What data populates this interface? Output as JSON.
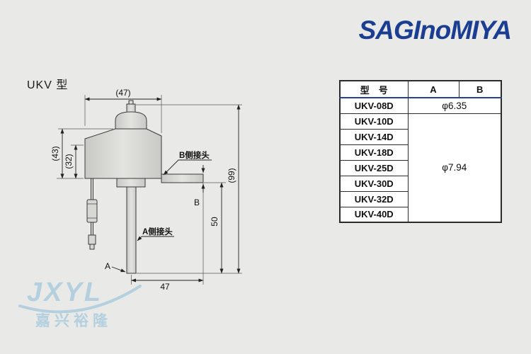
{
  "brand": {
    "logo_text": "SAGInoMIYA",
    "color": "#1b3e92"
  },
  "title": "UKV 型",
  "drawing": {
    "dim_top_width": "(47)",
    "dim_body_height": "(43)",
    "dim_inner_height": "(32)",
    "dim_total_height": "(99)",
    "dim_pipe_drop": "50",
    "dim_bottom_width": "47",
    "label_a": "A",
    "label_b": "B",
    "label_b_port": "B侧接头",
    "label_a_port": "A侧接头"
  },
  "table": {
    "headers": [
      "型　号",
      "A",
      "B"
    ],
    "rows": [
      {
        "model": "UKV-08D"
      },
      {
        "model": "UKV-10D"
      },
      {
        "model": "UKV-14D"
      },
      {
        "model": "UKV-18D"
      },
      {
        "model": "UKV-25D"
      },
      {
        "model": "UKV-30D"
      },
      {
        "model": "UKV-32D"
      },
      {
        "model": "UKV-40D"
      }
    ],
    "diameter_small": "φ6.35",
    "diameter_large": "φ7.94"
  },
  "watermark": {
    "name": "JXYL",
    "company": "嘉兴裕隆"
  }
}
